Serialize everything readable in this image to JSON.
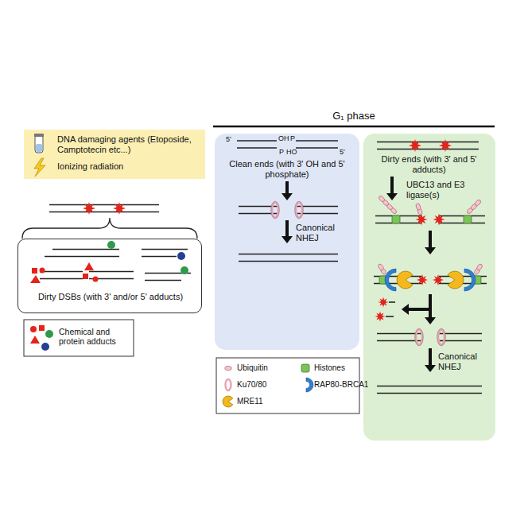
{
  "diagram": {
    "nodes": [
      {
        "text": [
          "DNA damaging agents (Etoposide, Camptotecin etc...)",
          "Ionizing radiation"
        ]
      },
      {
        "text": [
          "Dirty DSBs (with 3' and/or 5' adducts)"
        ]
      },
      {
        "text": [
          "Clean ends (with 3' OH and 5' phosphate)",
          "Canonical NHEJ"
        ]
      },
      {
        "text": [
          "Dirty ends (with 3' and 5' adducts)",
          "UBC13 and E3 ligase(s)",
          "Canonical NHEJ"
        ]
      }
    ],
    "labels": [
      "G₁ phase",
      "5'",
      "OH",
      "P",
      "P",
      "HO",
      "5'"
    ],
    "legend": [
      {
        "text": "Chemical and protein adducts"
      },
      {
        "text": "Ubiquitin"
      },
      {
        "text": "Histones"
      },
      {
        "text": "Ku70/80"
      },
      {
        "text": "RAP80-BRCA1"
      },
      {
        "text": "MRE11"
      }
    ]
  }
}
